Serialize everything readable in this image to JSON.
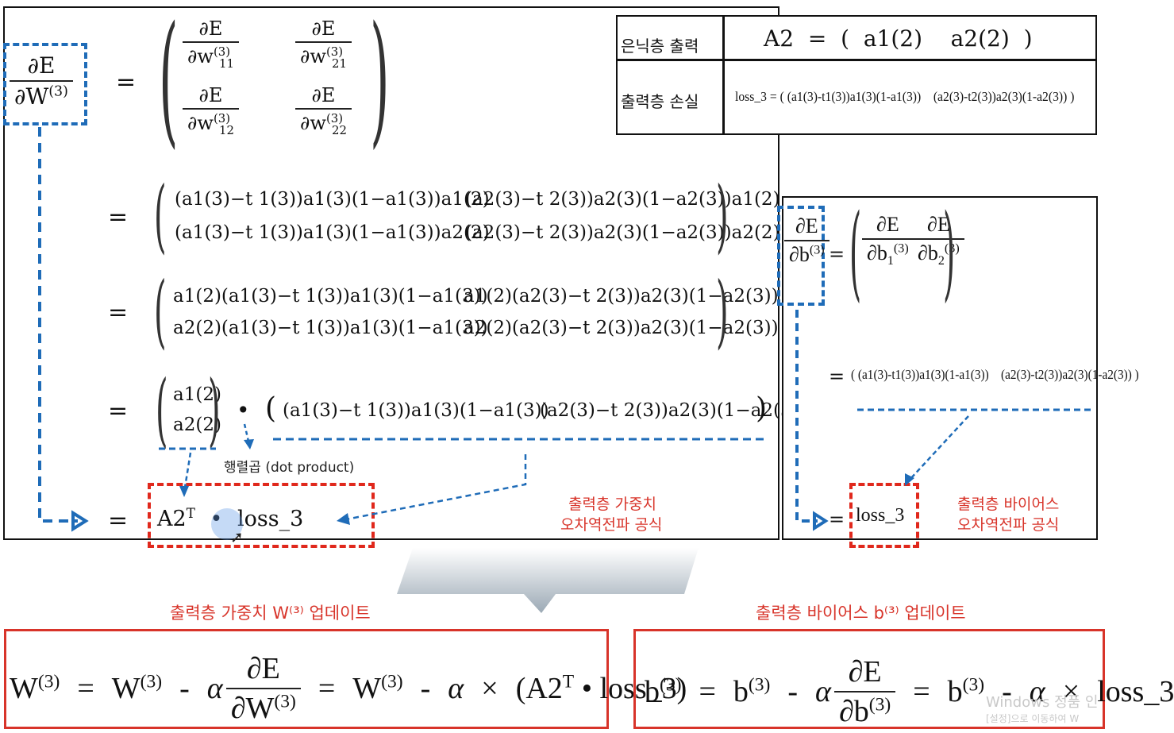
{
  "main": {
    "lhs_num": "∂E",
    "lhs_den": "∂W(3)",
    "eq": "=",
    "jacobian": {
      "num": "∂E",
      "den_11": "∂w(3)11",
      "den_21": "∂w(3)21",
      "den_12": "∂w(3)12",
      "den_22": "∂w(3)22"
    },
    "step1_row1_left": "(a1(3)−t 1(3))a1(3)(1−a1(3))a1(2)",
    "step1_row1_right": "(a2(3)−t 2(3))a2(3)(1−a2(3))a1(2)",
    "step1_row2_left": "(a1(3)−t 1(3))a1(3)(1−a1(3))a2(2)",
    "step1_row2_right": "(a2(3)−t 2(3))a2(3)(1−a2(3))a2(2)",
    "step2_row1_left": "a1(2)(a1(3)−t 1(3))a1(3)(1−a1(3))",
    "step2_row1_right": "a1(2)(a2(3)−t 2(3))a2(3)(1−a2(3))",
    "step2_row2_left": "a2(2)(a1(3)−t 1(3))a1(3)(1−a1(3))",
    "step2_row2_right": "a2(2)(a2(3)−t 2(3))a2(3)(1−a2(3))",
    "step3_vec_top": "a1(2)",
    "step3_vec_bottom": "a2(2)",
    "dot": "•",
    "step3_row_left": "(a1(3)−t 1(3))a1(3)(1−a1(3))",
    "step3_row_right": "(a2(3)−t 2(3))a2(3)(1−a2(3))",
    "dot_product_label": "행렬곱 (dot product)",
    "result_a2": "A2",
    "result_t": "T",
    "result_loss": "loss_3",
    "caption_line1": "출력층 가중치",
    "caption_line2": "오차역전파 공식"
  },
  "top_table": {
    "row1_label": "은닉층 출력",
    "row1_value": "A2  =  (  a1(2)    a2(2)  )",
    "row2_label": "출력층 손실",
    "row2_value": "loss_3 = ( (a1(3)-t1(3))a1(3)(1-a1(3))    (a2(3)-t2(3))a2(3)(1-a2(3)) )"
  },
  "bias": {
    "lhs_num": "∂E",
    "lhs_den": "∂b(3)",
    "d1": "∂b1(3)",
    "d2": "∂b2(3)",
    "row": "( (a1(3)-t1(3))a1(3)(1-a1(3))    (a2(3)-t2(3))a2(3)(1-a2(3)) )",
    "result": "loss_3",
    "caption_line1": "출력층 바이어스",
    "caption_line2": "오차역전파 공식"
  },
  "update_w": {
    "title": "출력층 가중치 W⁽³⁾ 업데이트",
    "w": "W(3)",
    "alpha": "α",
    "num": "∂E",
    "den": "∂W(3)",
    "times": "×",
    "tail": "(A2T • loss_3)"
  },
  "update_b": {
    "title": "출력층 바이어스 b⁽³⁾ 업데이트",
    "b": "b(3)",
    "alpha": "α",
    "num": "∂E",
    "den": "∂b(3)",
    "times": "×",
    "tail": "loss_3"
  },
  "watermark": {
    "line1": "Windows 정품 인",
    "line2": "[설정]으로 이동하여 W"
  },
  "colors": {
    "blue_dash": "#1f6cb8",
    "red_dash": "#e0281c",
    "red_text": "#d8342a"
  }
}
